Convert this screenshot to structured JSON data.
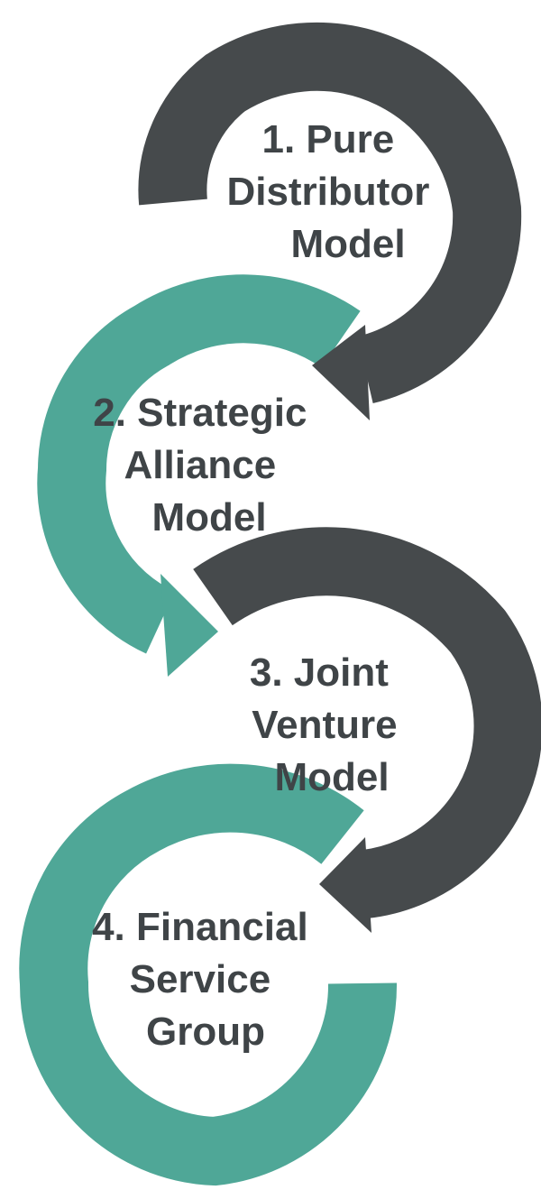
{
  "colors": {
    "dark": "#464a4c",
    "teal": "#4fa797",
    "text": "#3f4447",
    "background": "#ffffff"
  },
  "steps": [
    {
      "lines": [
        "1. Pure",
        "Distributor",
        "Model"
      ],
      "arrow_color": "dark",
      "arrow_icon": "curved-arrow-clockwise-icon"
    },
    {
      "lines": [
        "2. Strategic",
        "Alliance",
        "Model"
      ],
      "arrow_color": "teal",
      "arrow_icon": "curved-arrow-counterclockwise-icon"
    },
    {
      "lines": [
        "3. Joint",
        "Venture",
        "Model"
      ],
      "arrow_color": "dark",
      "arrow_icon": "curved-arrow-clockwise-icon"
    },
    {
      "lines": [
        "4. Financial",
        "Service",
        "Group"
      ],
      "arrow_color": "teal",
      "arrow_icon": "open-ring-icon"
    }
  ]
}
